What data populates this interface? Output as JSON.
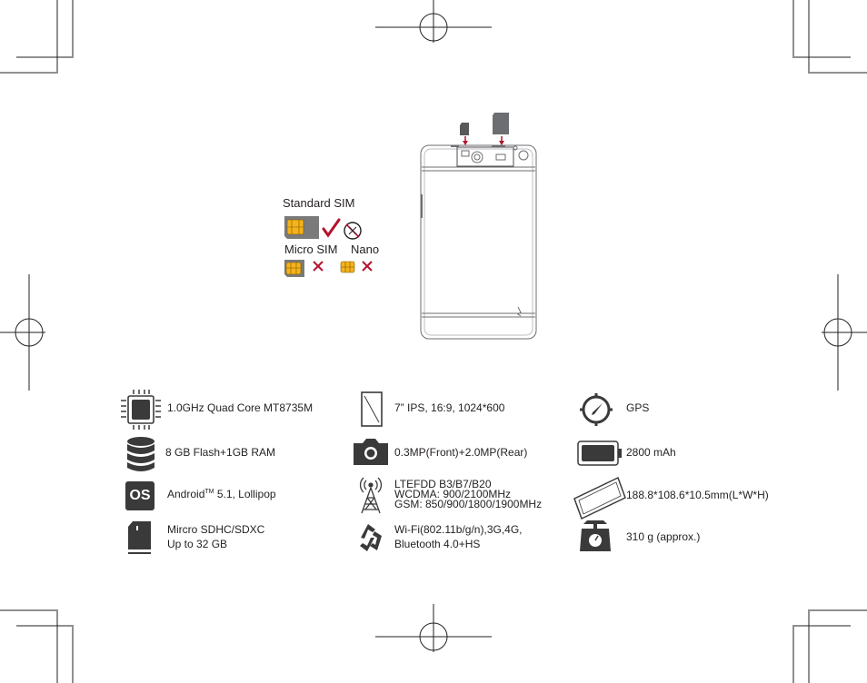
{
  "sim_guide": {
    "standard_label": "Standard SIM",
    "micro_label": "Micro SIM",
    "nano_label": "Nano"
  },
  "specs": {
    "cpu": "1.0GHz Quad Core MT8735M",
    "storage": "8 GB Flash+1GB RAM",
    "os_icon_text": "OS",
    "os_prefix": "Android",
    "os_tm": "TM",
    "os_suffix": " 5.1, Lollipop",
    "sd_line1": "Mircro SDHC/SDXC",
    "sd_line2": "Up to 32 GB",
    "display": "7” IPS, 16:9, 1024*600",
    "camera": "0.3MP(Front)+2.0MP(Rear)",
    "network_line1": "LTEFDD B3/B7/B20",
    "network_line2": "WCDMA: 900/2100MHz",
    "network_line3": "GSM: 850/900/1800/1900MHz",
    "wireless_line1": "Wi-Fi(802.11b/g/n),3G,4G,",
    "wireless_line2": "Bluetooth 4.0+HS",
    "gps": "GPS",
    "battery": "2800 mAh",
    "dimensions": "188.8*108.6*10.5mm(L*W*H)",
    "weight": "310 g (approx.)"
  },
  "colors": {
    "ink": "#231f20",
    "accent": "#b5122d",
    "chip": "#f5b21c",
    "icon_dark": "#3a3a3a",
    "card_gray": "#7a7a7a"
  }
}
